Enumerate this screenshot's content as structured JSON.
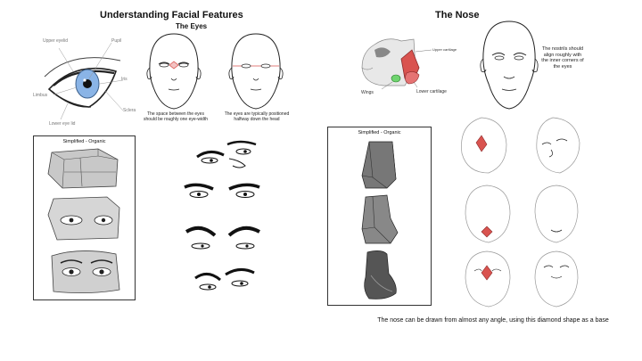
{
  "left": {
    "title": "Understanding Facial Features",
    "subtitle": "The Eyes",
    "eye_labels": {
      "upper_eyelid": "Upper eyelid",
      "pupil": "Pupil",
      "iris": "Iris",
      "limbus": "Limbus",
      "sclera": "Sclera",
      "lower_eye_lid": "Lower eye lid"
    },
    "head_caption_1": "The space between the eyes should be roughly one eye-width",
    "head_caption_2": "The eyes are typically positioned halfway down the head",
    "box_title": "Simplified - Organic"
  },
  "right": {
    "title": "The Nose",
    "skull_labels": {
      "upper_cartilage": "Upper cartilage",
      "wings": "Wings",
      "lower_cartilage": "Lower cartilage"
    },
    "nostril_note": "The nostrils should align roughly with the inner corners of the eyes",
    "box_title": "Simplified - Organic",
    "bottom_caption": "The nose can be drawn from almost any angle, using this diamond shape as a base"
  },
  "colors": {
    "accent_red": "#d9534f",
    "iris_blue": "#8ab4e6",
    "wing_green": "#6fd46f",
    "block_gray": "#c8c8c8"
  }
}
